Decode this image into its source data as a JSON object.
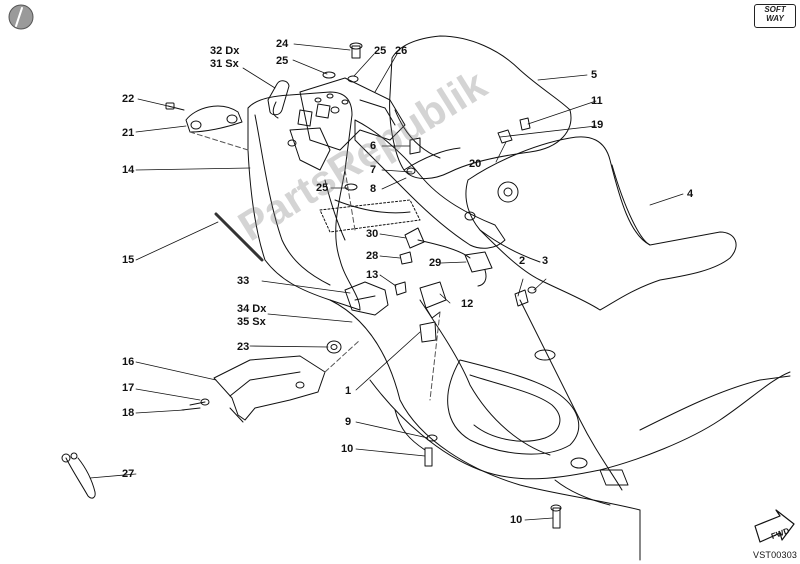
{
  "diagram": {
    "reference_code": "VST00303",
    "brand_badge": {
      "line1": "SOFT",
      "line2": "WAY"
    },
    "watermark": "PartsRepublik",
    "fwd_badge": "FWD",
    "labels": {
      "n1": "1",
      "n2": "2",
      "n3": "3",
      "n4": "4",
      "n5": "5",
      "n6": "6",
      "n7": "7",
      "n8": "8",
      "n9": "9",
      "n10a": "10",
      "n10b": "10",
      "n11": "11",
      "n12": "12",
      "n13": "13",
      "n14": "14",
      "n15": "15",
      "n16": "16",
      "n17": "17",
      "n18": "18",
      "n19": "19",
      "n20": "20",
      "n21": "21",
      "n22": "22",
      "n23": "23",
      "n24": "24",
      "n25a": "25",
      "n25b": "25",
      "n25c": "25",
      "n26": "26",
      "n27": "27",
      "n28": "28",
      "n29": "29",
      "n30": "30",
      "n31": "31 Sx",
      "n32": "32 Dx",
      "n33": "33",
      "n34": "34 Dx",
      "n35": "35 Sx"
    }
  }
}
